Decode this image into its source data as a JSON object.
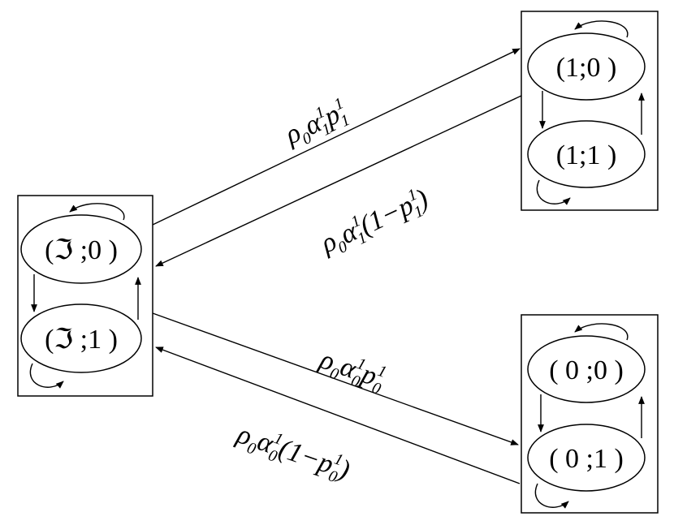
{
  "states": {
    "i0": {
      "open": "(",
      "symbol": "ℑ",
      "rest": " ;0 )"
    },
    "i1": {
      "open": "(",
      "symbol": "ℑ",
      "rest": " ;1 )"
    },
    "one0": {
      "label": "(1;0 )"
    },
    "one1": {
      "label": "(1;1 )"
    },
    "zero0": {
      "label": "( 0 ;0 )"
    },
    "zero1": {
      "label": "( 0 ;1 )"
    }
  },
  "transitions": {
    "i_to_1": {
      "rho": "ρ",
      "rho_sub": "0",
      "alpha": "α",
      "alpha_sup": "1",
      "alpha_sub": "1",
      "p": "p",
      "p_sup": "1",
      "p_sub": "1"
    },
    "one_to_i": {
      "rho": "ρ",
      "rho_sub": "0",
      "alpha": "α",
      "alpha_sup": "1",
      "alpha_sub": "1",
      "pre": "(1−",
      "p": "p",
      "p_sup": "1",
      "p_sub": "1",
      "post": ")"
    },
    "i_to_0": {
      "rho": "ρ",
      "rho_sub": "0",
      "alpha": "α",
      "alpha_sup": "1",
      "alpha_sub": "0",
      "p": "p",
      "p_sup": "1",
      "p_sub": "0"
    },
    "zero_to_i": {
      "rho": "ρ",
      "rho_sub": "0",
      "alpha": "α",
      "alpha_sup": "1",
      "alpha_sub": "0",
      "pre": "(1−",
      "p": "p",
      "p_sup": "1",
      "p_sub": "0",
      "post": ")"
    }
  }
}
